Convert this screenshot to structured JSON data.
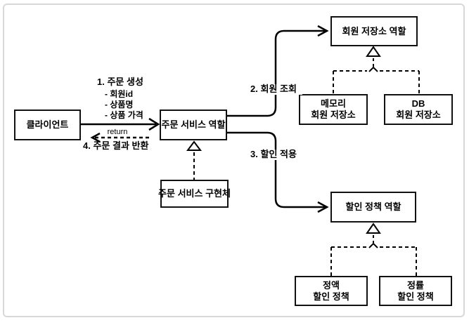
{
  "diagram": {
    "nodes": {
      "client": {
        "label": "클라이언트"
      },
      "order_service_role": {
        "label": "주문 서비스 역할"
      },
      "order_service_impl": {
        "label": "주문 서비스 구현체"
      },
      "member_repo_role": {
        "label": "회원 저장소 역할"
      },
      "memory_member_repo": {
        "line1": "메모리",
        "line2": "회원 저장소"
      },
      "db_member_repo": {
        "line1": "DB",
        "line2": "회원 저장소"
      },
      "discount_policy_role": {
        "label": "할인 정책 역할"
      },
      "fixed_discount_policy": {
        "line1": "정액",
        "line2": "할인 정책"
      },
      "rate_discount_policy": {
        "line1": "정률",
        "line2": "할인 정책"
      }
    },
    "labels": {
      "step1_title": "1. 주문 생성",
      "step1_items": [
        "- 회원id",
        "- 상품명",
        "- 상품 가격"
      ],
      "return_label": "return",
      "step4": "4. 주문 결과 반환",
      "step2": "2. 회원 조회",
      "step3": "3. 할인 적용"
    },
    "colors": {
      "line": "#000000",
      "box_border": "#111111",
      "frame_border": "#d8d8d8",
      "background": "#ffffff"
    }
  }
}
